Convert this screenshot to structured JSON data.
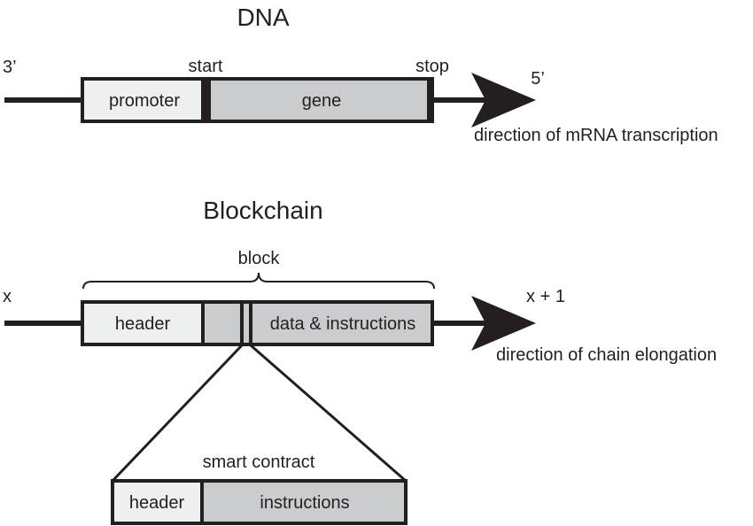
{
  "colors": {
    "ink": "#231f20",
    "light_fill": "#eef0ef",
    "gray_fill": "#cbcccd",
    "background": "#ffffff"
  },
  "dna": {
    "title": "DNA",
    "left_end_label": "3’",
    "right_end_label": "5’",
    "start_label": "start",
    "stop_label": "stop",
    "segments": {
      "promoter": "promoter",
      "gene": "gene"
    },
    "direction_label": "direction of mRNA transcription"
  },
  "blockchain": {
    "title": "Blockchain",
    "left_end_label": "x",
    "right_end_label": "x + 1",
    "brace_label": "block",
    "segments": {
      "header": "header",
      "data": "data & instructions"
    },
    "direction_label": "direction of chain elongation",
    "smart_contract": {
      "title": "smart contract",
      "header": "header",
      "instructions": "instructions"
    }
  }
}
